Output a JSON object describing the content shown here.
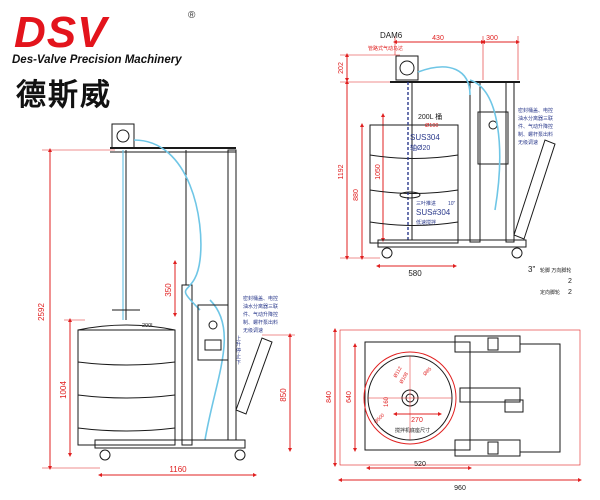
{
  "brand": {
    "logo_text": "DSV",
    "registered_mark": "®",
    "company_en": "Des-Valve Precision Machinery",
    "company_cn": "德斯威"
  },
  "colors": {
    "brand_red": "#e3141c",
    "line": "#1a1a1a",
    "dimension_red": "#e02020",
    "hose_cyan": "#6fc6e6",
    "label_blue": "#2b3a8c"
  },
  "front_view": {
    "dim_height": "2592",
    "dim_barrel_height": "1004",
    "dim_stroke": "350",
    "dim_cart_height": "850",
    "dim_width": "1160",
    "barrel_label": "200L",
    "side_note": [
      "密封桶盖、电控",
      "油水分离器三联",
      "件、气动升降控",
      "制、螺杆泵出料",
      "无级调速"
    ],
    "tags": [
      "上",
      "升",
      "停",
      "止",
      "下"
    ]
  },
  "side_view": {
    "model": "DAM6",
    "dim_top_left": "430",
    "dim_top_right": "300",
    "dim_pump": "202",
    "dim_total_height": "1192",
    "dim_barrel": "880",
    "dim_inner": "1050",
    "dim_base": "580",
    "label_air": "管路式气动马达",
    "label_barrel": "200L 桶",
    "label_dia": "Ø100",
    "label_material": "SUS304",
    "label_shaft": "轴Ø20",
    "label_blade": "三叶推进",
    "label_blade_size": "10\"",
    "label_blade_material": "SUS#304",
    "label_blade_speed": "低速搅拌",
    "label_caster_size": "3\"",
    "label_caster_note": "轮脚 万向脚轮",
    "label_caster_count_1": "2",
    "label_caster_count_2": "2",
    "label_caster_note_2": "定向脚轮",
    "side_note": [
      "密封桶盖、电控",
      "油水分离器三联",
      "件、气动升降控",
      "制、螺杆泵出料",
      "无级调速"
    ]
  },
  "top_view": {
    "dim_height_outer": "840",
    "dim_height_inner": "640",
    "dim_barrel_dia": "520",
    "dim_total_width": "960",
    "dim_inner_width": "270",
    "dim_small": "160",
    "dim_r1": "Ø112",
    "dim_r2": "Ø85",
    "dim_r3": "Ø108",
    "dim_r4": "Ø500",
    "label": "搅拌机底座尺寸"
  }
}
